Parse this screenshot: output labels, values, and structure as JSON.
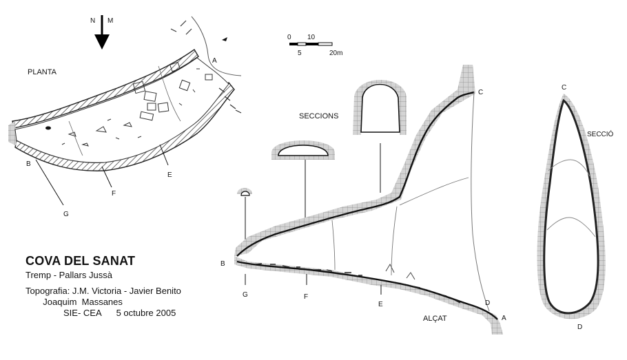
{
  "north": {
    "letters": [
      "N",
      "M"
    ]
  },
  "plan": {
    "label": "PLANTA",
    "points": {
      "A": "A",
      "B": "B",
      "E": "E",
      "F": "F",
      "G": "G"
    }
  },
  "scale": {
    "top": [
      "0",
      "10"
    ],
    "bottom": [
      "5",
      "20m"
    ]
  },
  "sections": {
    "label": "SECCIONS"
  },
  "elevation": {
    "label": "ALÇAT",
    "points": {
      "A": "A",
      "B": "B",
      "C": "C",
      "D": "D",
      "E": "E",
      "F": "F",
      "G": "G"
    }
  },
  "cross_section": {
    "label": "SECCIÓ",
    "points": {
      "C": "C",
      "D": "D"
    }
  },
  "title": {
    "name": "COVA DEL SANAT",
    "location": "Tremp - Pallars Jussà",
    "credits_line1": "Topografia: J.M. Victoria - Javier Benito",
    "credits_line2": "       Joaquim  Massanes",
    "credits_line3": "SIE- CEA      5 octubre 2005"
  }
}
